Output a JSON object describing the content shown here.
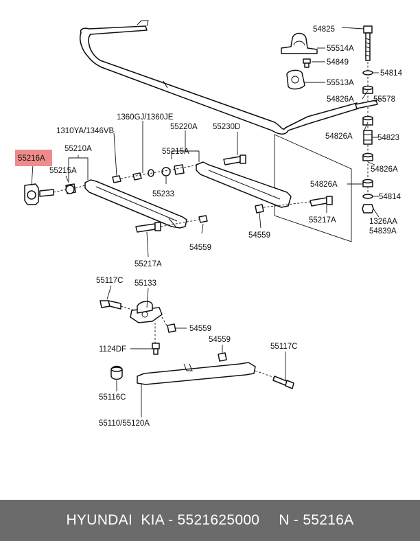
{
  "footer": {
    "left": "HYUNDAI  KIA - 5521625000",
    "right": "N - 55216A"
  },
  "highlight_color": "#f08b8b",
  "labels": {
    "p54825": "54825",
    "p55514A": "55514A",
    "p54849": "54849",
    "p54814a": "54814",
    "p55513A": "55513A",
    "p54826Aa": "54826A",
    "p55578": "55578",
    "p54826Ab": "54826A",
    "p54823": "54823",
    "p54826Ac": "54826A",
    "p54826Ad": "54826A",
    "p54814b": "54814",
    "p1326AA": "1326AA",
    "p54839A": "54839A",
    "p1360": "1360GJ/1360JE",
    "p55220A": "55220A",
    "p55230D": "55230D",
    "p1310": "1310YA/1346VB",
    "p55210A": "55210A",
    "p55215Aa": "55215A",
    "p55215Ab": "55215A",
    "p55216A": "55216A",
    "p55233": "55233",
    "p55217Aa": "55217A",
    "p54559a": "54559",
    "p55217Ab": "55217A",
    "p54559b": "54559",
    "p55117Ca": "55117C",
    "p55133": "55133",
    "p54559c": "54559",
    "p1124DF": "1124DF",
    "p54559d": "54559",
    "p55117Cb": "55117C",
    "p55116C": "55116C",
    "p55110": "55110/55120A"
  }
}
